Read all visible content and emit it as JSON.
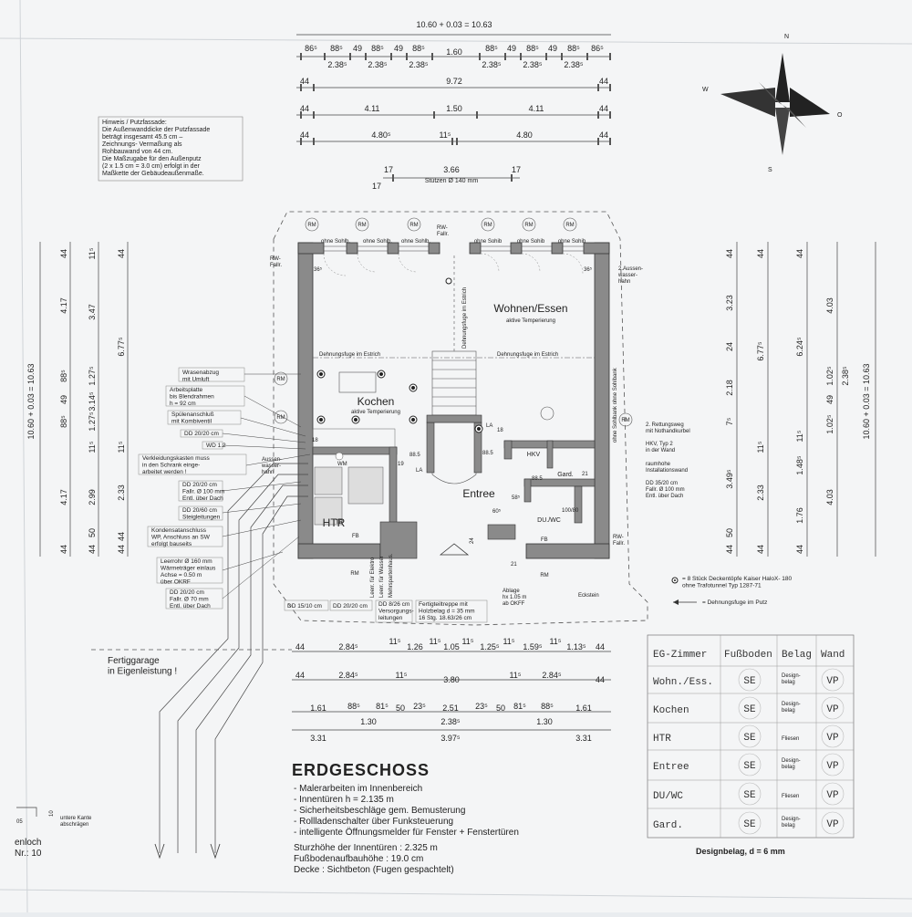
{
  "top_dims": {
    "overall": "10.60 + 0.03 = 10.63",
    "row1": [
      "86⁵",
      "88⁵",
      "49",
      "88⁵",
      "49",
      "88⁵",
      "1.60",
      "88⁵",
      "49",
      "88⁵",
      "49",
      "88⁵",
      "86⁵"
    ],
    "row1b": [
      "2.38⁵",
      "2.38⁵",
      "2.38⁵",
      "2.38⁵",
      "2.38⁵",
      "2.38⁵"
    ],
    "row2": [
      "44",
      "9.72",
      "44"
    ],
    "row3": [
      "44",
      "4.11",
      "1.50",
      "4.11",
      "44"
    ],
    "row4": [
      "44",
      "4.80⁵",
      "11⁵",
      "4.80",
      "44"
    ],
    "support": [
      "17",
      "3.66",
      "17"
    ],
    "support_note": "Stützen Ø 140 mm",
    "support_v": "17"
  },
  "hint_box": "Hinweis / Putzfassade:\nDie Außenwanddicke der Putzfassade\nbeträgt insgesamt 45.5 cm –\nZeichnungs- Vermaßung als\nRohbauwand von 44 cm.\nDie Maßzugabe für den Außenputz\n(2 x 1.5 cm = 3.0 cm) erfolgt in der\nMaßkette der Gebäudeaußenmaße.",
  "left_dims": {
    "overall": "10.60 + 0.03 = 10.63",
    "col1": [
      "44",
      "4.17",
      "88⁵",
      "49",
      "88⁵",
      "4.17",
      "44"
    ],
    "col2": [
      "1.27⁵",
      "1.27⁵",
      "11⁵",
      "2.99",
      "50",
      "44"
    ],
    "col3": [
      "3.47",
      "3.14⁵",
      "11⁵",
      "2.33",
      "44"
    ],
    "col4": [
      "44",
      "6.77⁵",
      "11⁵",
      "44"
    ]
  },
  "right_dims": {
    "overall": "10.60 + 0.03 = 10.63",
    "col1": [
      "44",
      "3.23",
      "24",
      "2.18",
      "7⁵",
      "3.49⁵",
      "50",
      "44"
    ],
    "col2": [
      "44",
      "6.77⁵",
      "11⁵",
      "2.33",
      "44"
    ],
    "col3": [
      "44",
      "6.24⁵",
      "11⁵",
      "1.48⁵",
      "1.76",
      "44"
    ],
    "col4": [
      "4.03",
      "1.02⁵",
      "49",
      "1.02⁵",
      "4.03",
      "2.38⁵"
    ]
  },
  "rooms": {
    "wohnen": "Wohnen/Essen",
    "wohnen_sub": "aktive Temperierung",
    "kochen": "Kochen",
    "kochen_sub": "aktive Temperierung",
    "htr": "HTR",
    "entree": "Entree",
    "hkv": "HKV",
    "gard": "Gard.",
    "duwc": "DU./WC"
  },
  "plan_labels": {
    "rm": "RM",
    "rw_fallr": "RW-\nFallr.",
    "ohne_sohlb": "ohne Sohlb.",
    "ohne_sohlb_short": "ohne Sohib",
    "dehnungsfuge_estrich": "Dehnungsfuge im Estrich",
    "aussenwasserhahn": "2.Aussen-\nwasser-\nhahn",
    "aussenwasserhahn_left": "Aussen-\nwasser-\nhahn",
    "rettungsweg": "2. Rettungsweg\nmit Nothandkurbel",
    "hkv_typ": "HKV, Typ 2\nin der Wand",
    "raumhohe": "raumhohe\nInstallationswand",
    "dd_35_20": "DD 35/20 cm\nFallr. Ø 100 mm\nEntl. über Dach",
    "eckstein": "Eckstein",
    "ablage": "Ablage\nhx 1.05 m\nab OKFF",
    "wasch": "WM",
    "tr": "TR",
    "fb": "FB",
    "la": "LA",
    "sohlbank_vertical": "ohne Sohlbank ohne Sohlbank",
    "dims_36": "36⁵",
    "dims_88": "88.5",
    "dims_100_80": "100/80",
    "dims_58": "58⁵",
    "dims_60": "60⁵",
    "dims_21": "21",
    "dims_18": "18",
    "dims_19": "19",
    "dims_24": "24"
  },
  "left_notes": [
    "Wrasenabzug\nmit Umluft",
    "Arbeitsplatte\nbis Blendrahmen\nh = 92 cm",
    "Spülenanschluß\nmit Kombiventil",
    "DD 20/20 cm",
    "WD 1.2",
    "Verkleidungskasten muss\nin den Schrank einge-\narbeitet werden !",
    "DD 20/20 cm\nFallr. Ø 100 mm\nEntl. über Dach",
    "DD 20/60 cm\nSteigleitungen",
    "Kondensatanschluss\nWP, Anschluss an SW\nerfolgt bauseits",
    "Leerrohr Ø 160 mm\nWärmeträger einlaus\nAchse = 0.50 m\nüber OKRF",
    "DD 20/20 cm\nFallr. Ø 70 mm\nEntl. über Dach"
  ],
  "bottom_boxes": [
    "DD 15/10 cm",
    "DD 20/20 cm",
    "DD 8/26 cm\nVersorgungs-\nleitungen",
    "Fertigteiltreppe mit\nHolzbelag d = 35 mm\n16 Stg. 18.63/26 cm"
  ],
  "vertical_labels": [
    "Leerr. für Elektro",
    "Leerr. für Wasser",
    "Mehrspartenhaus."
  ],
  "legend": {
    "lamps": "= 8 Stück Deckentöpfe Kaiser HaloX- 180\nohne Trafotunnel Typ 1287-71",
    "fuge": "= Dehnungsfuge im Putz"
  },
  "bottom_dims": {
    "row1": [
      "44",
      "2.84⁵",
      "11⁵",
      "1.26",
      "11⁵",
      "1.05",
      "11⁵",
      "1.25⁵",
      "11⁵",
      "1.59⁵",
      "11⁵",
      "1.13⁵",
      "44"
    ],
    "row2": [
      "44",
      "2.84⁵",
      "11⁵",
      "3.80",
      "11⁵",
      "2.84⁵",
      "44"
    ],
    "row3": [
      "1.61",
      "88⁵",
      "81⁵",
      "50",
      "23⁵",
      "2.51",
      "23⁵",
      "50",
      "81⁵",
      "88⁵",
      "1.61"
    ],
    "row3b": [
      "1.30",
      "2.38⁵",
      "1.30"
    ],
    "row4": [
      "3.31",
      "3.97⁵",
      "3.31"
    ]
  },
  "garage": "Fertiggarage\nin Eigenleistung !",
  "title": "ERDGESCHOSS",
  "notes": [
    "- Malerarbeiten im Innenbereich",
    "- Innentüren h = 2.135 m",
    "- Sicherheitsbeschläge gem. Bemusterung",
    "- Rollladenschalter über Funksteuerung",
    "- intelligente Öffnungsmelder für Fenster + Fenstertüren"
  ],
  "specs": [
    "Sturzhöhe der Innentüren : 2.325 m",
    "Fußbodenaufbauhöhe : 19.0 cm",
    "Decke : Sichtbeton (Fugen gespachtelt)"
  ],
  "corner_bl": {
    "dims": [
      "05",
      "10"
    ],
    "note": "untere Kante\nabschrägen",
    "fragment1": "enloch",
    "fragment2": "Nr.: 10"
  },
  "table": {
    "headers": [
      "EG-Zimmer",
      "Fußboden",
      "Belag",
      "Wand"
    ],
    "rows": [
      {
        "room": "Wohn./Ess.",
        "floor": "SE",
        "belag": "Design-\nbelag",
        "wand": "VP"
      },
      {
        "room": "Kochen",
        "floor": "SE",
        "belag": "Design-\nbelag",
        "wand": "VP"
      },
      {
        "room": "HTR",
        "floor": "SE",
        "belag": "Fliesen",
        "wand": "VP"
      },
      {
        "room": "Entree",
        "floor": "SE",
        "belag": "Design-\nbelag",
        "wand": "VP"
      },
      {
        "room": "DU/WC",
        "floor": "SE",
        "belag": "Fliesen",
        "wand": "VP"
      },
      {
        "room": "Gard.",
        "floor": "SE",
        "belag": "Design-\nbelag",
        "wand": "VP"
      }
    ],
    "caption": "Designbelag, d = 6 mm"
  },
  "compass_letters": [
    "N",
    "O",
    "S",
    "W"
  ]
}
